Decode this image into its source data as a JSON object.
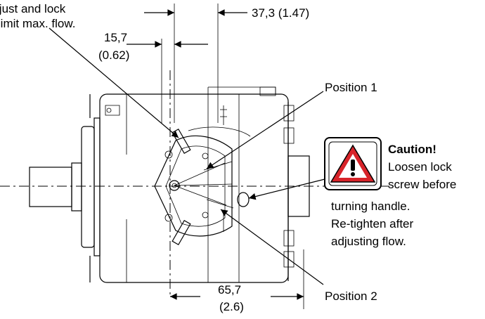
{
  "callout_adjust": {
    "line1": "Adjust and lock",
    "line2": "to limit max. flow."
  },
  "dim_top_left": {
    "value": "15,7",
    "inch": "(0.62)"
  },
  "dim_top_right": {
    "text": "37,3 (1.47)"
  },
  "dim_bottom": {
    "value": "65,7",
    "inch": "(2.6)"
  },
  "position_1": "Position 1",
  "position_2": "Position 2",
  "caution": {
    "title": "Caution!",
    "lines": [
      "Loosen lock",
      "screw before",
      "turning handle.",
      "Re-tighten after",
      "adjusting flow."
    ]
  },
  "colors": {
    "warning_red": "#d8242a",
    "ink": "#000000"
  },
  "icons": {
    "warning": "warning-triangle-icon"
  }
}
